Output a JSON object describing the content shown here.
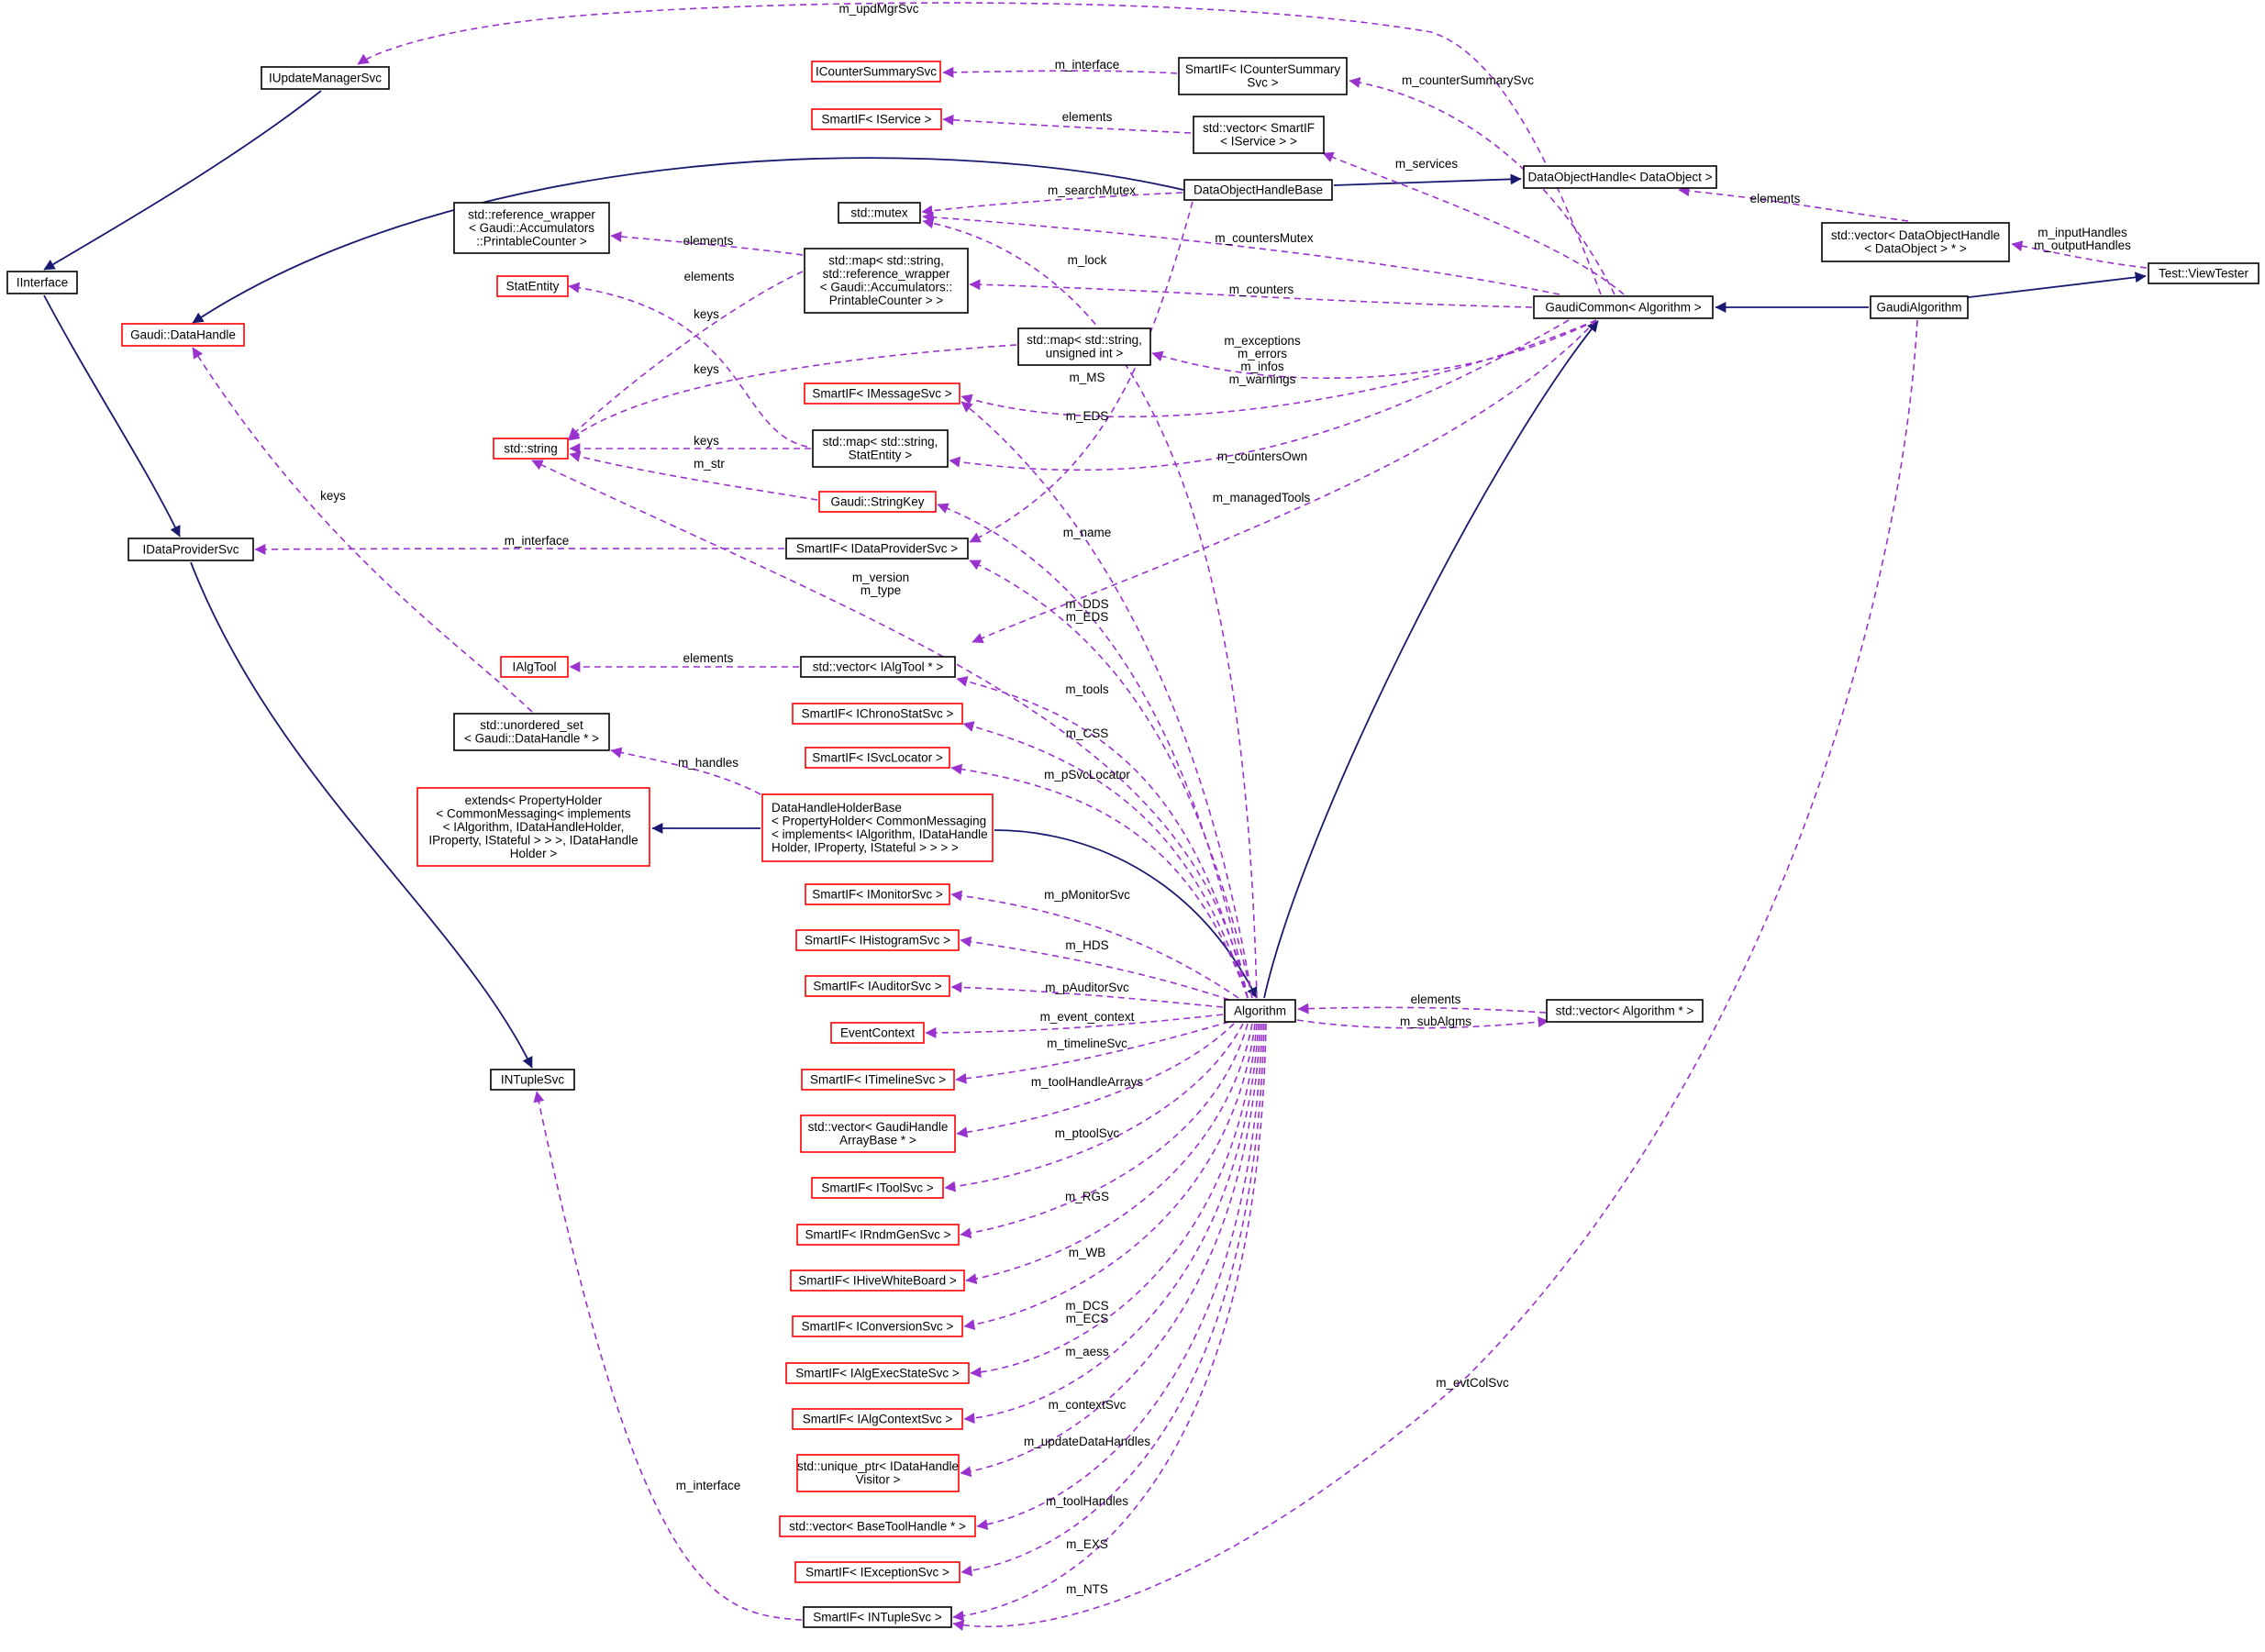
{
  "colors": {
    "black_border": "#000000",
    "red_border": "#ff0000",
    "highlight_fill": "#bfbfbf",
    "inheritance_edge": "#191970",
    "usage_edge": "#9a32cd"
  },
  "nodes": [
    {
      "id": "viewtester",
      "lines": [
        "Test::ViewTester"
      ],
      "border": "black",
      "highlight": true
    },
    {
      "id": "gaudialgorithm",
      "lines": [
        "GaudiAlgorithm"
      ],
      "border": "black"
    },
    {
      "id": "gaudicommon",
      "lines": [
        "GaudiCommon< Algorithm >"
      ],
      "border": "black"
    },
    {
      "id": "algorithm",
      "lines": [
        "Algorithm"
      ],
      "border": "black"
    },
    {
      "id": "dataobjhandlebase",
      "lines": [
        "DataObjectHandleBase"
      ],
      "border": "black"
    },
    {
      "id": "dataobjhandle",
      "lines": [
        "DataObjectHandle< DataObject >"
      ],
      "border": "black"
    },
    {
      "id": "vec_dataobjhandle",
      "lines": [
        "std::vector< DataObjectHandle",
        "< DataObject > * >"
      ],
      "border": "black"
    },
    {
      "id": "iupdatemanager",
      "lines": [
        "IUpdateManagerSvc"
      ],
      "border": "black"
    },
    {
      "id": "iinterface",
      "lines": [
        "IInterface"
      ],
      "border": "black"
    },
    {
      "id": "icountersummary",
      "lines": [
        "ICounterSummarySvc"
      ],
      "border": "red"
    },
    {
      "id": "smartif_icountersummary",
      "lines": [
        "SmartIF< ICounterSummary",
        "Svc >"
      ],
      "border": "black"
    },
    {
      "id": "smartif_iservice",
      "lines": [
        "SmartIF< IService >"
      ],
      "border": "red"
    },
    {
      "id": "vec_smartif_iservice",
      "lines": [
        "std::vector< SmartIF",
        "< IService > >"
      ],
      "border": "black"
    },
    {
      "id": "refwrapper",
      "lines": [
        "std::reference_wrapper",
        "< Gaudi::Accumulators",
        "::PrintableCounter >"
      ],
      "border": "black"
    },
    {
      "id": "stdmutex",
      "lines": [
        "std::mutex"
      ],
      "border": "black"
    },
    {
      "id": "map_refwrapper",
      "lines": [
        "std::map< std::string,",
        "std::reference_wrapper",
        "< Gaudi::Accumulators::",
        "PrintableCounter > >"
      ],
      "border": "black"
    },
    {
      "id": "statentity",
      "lines": [
        "StatEntity"
      ],
      "border": "red"
    },
    {
      "id": "gaudidatahandle",
      "lines": [
        "Gaudi::DataHandle"
      ],
      "border": "red"
    },
    {
      "id": "map_uint",
      "lines": [
        "std::map< std::string,",
        "unsigned int >"
      ],
      "border": "black"
    },
    {
      "id": "smartif_imessage",
      "lines": [
        "SmartIF< IMessageSvc >"
      ],
      "border": "red"
    },
    {
      "id": "stdstring",
      "lines": [
        "std::string"
      ],
      "border": "red"
    },
    {
      "id": "map_statentity",
      "lines": [
        "std::map< std::string,",
        "StatEntity >"
      ],
      "border": "black"
    },
    {
      "id": "stringkey",
      "lines": [
        "Gaudi::StringKey"
      ],
      "border": "red"
    },
    {
      "id": "idataprovider",
      "lines": [
        "IDataProviderSvc"
      ],
      "border": "black"
    },
    {
      "id": "smartif_idataprovider",
      "lines": [
        "SmartIF< IDataProviderSvc >"
      ],
      "border": "black"
    },
    {
      "id": "ialgtool",
      "lines": [
        "IAlgTool"
      ],
      "border": "red"
    },
    {
      "id": "vec_ialgtool",
      "lines": [
        "std::vector< IAlgTool * >"
      ],
      "border": "black"
    },
    {
      "id": "smartif_ichronostat",
      "lines": [
        "SmartIF< IChronoStatSvc >"
      ],
      "border": "red"
    },
    {
      "id": "unordered_set",
      "lines": [
        "std::unordered_set",
        "< Gaudi::DataHandle * >"
      ],
      "border": "black"
    },
    {
      "id": "smartif_isvclocator",
      "lines": [
        "SmartIF< ISvcLocator >"
      ],
      "border": "red"
    },
    {
      "id": "extends_propholder",
      "lines": [
        "extends< PropertyHolder",
        "< CommonMessaging< implements",
        "< IAlgorithm, IDataHandleHolder,",
        "IProperty, IStateful > > >, IDataHandle",
        "Holder >"
      ],
      "border": "red"
    },
    {
      "id": "datahandleholderbase",
      "lines": [
        "DataHandleHolderBase",
        "< PropertyHolder< CommonMessaging",
        "< implements< IAlgorithm, IDataHandle",
        "Holder, IProperty, IStateful > > > >"
      ],
      "border": "red",
      "align": "left"
    },
    {
      "id": "smartif_imonitor",
      "lines": [
        "SmartIF< IMonitorSvc >"
      ],
      "border": "red"
    },
    {
      "id": "smartif_ihistogram",
      "lines": [
        "SmartIF< IHistogramSvc >"
      ],
      "border": "red"
    },
    {
      "id": "smartif_iauditor",
      "lines": [
        "SmartIF< IAuditorSvc >"
      ],
      "border": "red"
    },
    {
      "id": "eventcontext",
      "lines": [
        "EventContext"
      ],
      "border": "red"
    },
    {
      "id": "smartif_itimeline",
      "lines": [
        "SmartIF< ITimelineSvc >"
      ],
      "border": "red"
    },
    {
      "id": "vec_gaudihandlearraybase",
      "lines": [
        "std::vector< GaudiHandle",
        "ArrayBase * >"
      ],
      "border": "red"
    },
    {
      "id": "smartif_itool",
      "lines": [
        "SmartIF< IToolSvc >"
      ],
      "border": "red"
    },
    {
      "id": "smartif_irndmgen",
      "lines": [
        "SmartIF< IRndmGenSvc >"
      ],
      "border": "red"
    },
    {
      "id": "smartif_ihivewhiteboard",
      "lines": [
        "SmartIF< IHiveWhiteBoard >"
      ],
      "border": "red"
    },
    {
      "id": "smartif_iconversion",
      "lines": [
        "SmartIF< IConversionSvc >"
      ],
      "border": "red"
    },
    {
      "id": "smartif_ialgexecstate",
      "lines": [
        "SmartIF< IAlgExecStateSvc >"
      ],
      "border": "red"
    },
    {
      "id": "smartif_ialgcontext",
      "lines": [
        "SmartIF< IAlgContextSvc >"
      ],
      "border": "red"
    },
    {
      "id": "unique_ptr_visitor",
      "lines": [
        "std::unique_ptr< IDataHandle",
        "Visitor >"
      ],
      "border": "red"
    },
    {
      "id": "vec_basetoolhandle",
      "lines": [
        "std::vector< BaseToolHandle * >"
      ],
      "border": "red"
    },
    {
      "id": "smartif_iexception",
      "lines": [
        "SmartIF< IExceptionSvc >"
      ],
      "border": "red"
    },
    {
      "id": "smartif_intuple",
      "lines": [
        "SmartIF< INTupleSvc >"
      ],
      "border": "black"
    },
    {
      "id": "intuplesvc",
      "lines": [
        "INTupleSvc"
      ],
      "border": "black"
    },
    {
      "id": "vec_algorithm",
      "lines": [
        "std::vector< Algorithm * >"
      ],
      "border": "black"
    }
  ],
  "edges": [
    {
      "from": "gaudialgorithm",
      "to": "viewtester",
      "kind": "inherit",
      "label": []
    },
    {
      "from": "gaudicommon",
      "to": "gaudialgorithm",
      "kind": "inherit",
      "label": []
    },
    {
      "from": "algorithm",
      "to": "gaudicommon",
      "kind": "inherit",
      "label": []
    },
    {
      "from": "datahandleholderbase",
      "to": "algorithm",
      "kind": "inherit",
      "label": []
    },
    {
      "from": "extends_propholder",
      "to": "datahandleholderbase",
      "kind": "inherit",
      "label": []
    },
    {
      "from": "dataobjhandlebase",
      "to": "dataobjhandle",
      "kind": "inherit",
      "label": []
    },
    {
      "from": "gaudidatahandle",
      "to": "dataobjhandlebase",
      "kind": "inherit",
      "label": []
    },
    {
      "from": "iinterface",
      "to": "iupdatemanager",
      "kind": "inherit",
      "label": []
    },
    {
      "from": "iinterface",
      "to": "idataprovider",
      "kind": "inherit",
      "label": []
    },
    {
      "from": "idataprovider",
      "to": "intuplesvc",
      "kind": "inherit",
      "label": []
    },
    {
      "from": "vec_dataobjhandle",
      "to": "viewtester",
      "kind": "use",
      "label": [
        "m_inputHandles",
        "m_outputHandles"
      ]
    },
    {
      "from": "dataobjhandle",
      "to": "vec_dataobjhandle",
      "kind": "use",
      "label": [
        "elements"
      ]
    },
    {
      "from": "iupdatemanager",
      "to": "gaudicommon",
      "kind": "use",
      "label": [
        "m_updMgrSvc"
      ]
    },
    {
      "from": "smartif_icountersummary",
      "to": "gaudicommon",
      "kind": "use",
      "label": [
        "m_counterSummarySvc"
      ]
    },
    {
      "from": "icountersummary",
      "to": "smartif_icountersummary",
      "kind": "use",
      "label": [
        "m_interface"
      ]
    },
    {
      "from": "vec_smartif_iservice",
      "to": "gaudicommon",
      "kind": "use",
      "label": [
        "m_services"
      ]
    },
    {
      "from": "smartif_iservice",
      "to": "vec_smartif_iservice",
      "kind": "use",
      "label": [
        "elements"
      ]
    },
    {
      "from": "stdmutex",
      "to": "dataobjhandlebase",
      "kind": "use",
      "label": [
        "m_searchMutex"
      ]
    },
    {
      "from": "stdmutex",
      "to": "gaudicommon",
      "kind": "use",
      "label": [
        "m_countersMutex"
      ]
    },
    {
      "from": "stdmutex",
      "to": "algorithm",
      "kind": "use",
      "label": [
        "m_lock"
      ]
    },
    {
      "from": "refwrapper",
      "to": "map_refwrapper",
      "kind": "use",
      "label": [
        "elements"
      ]
    },
    {
      "from": "map_refwrapper",
      "to": "gaudicommon",
      "kind": "use",
      "label": [
        "m_counters"
      ]
    },
    {
      "from": "statentity",
      "to": "map_statentity",
      "kind": "use",
      "label": [
        "elements"
      ]
    },
    {
      "from": "stdstring",
      "to": "map_refwrapper",
      "kind": "use",
      "label": [
        "keys"
      ]
    },
    {
      "from": "stdstring",
      "to": "map_uint",
      "kind": "use",
      "label": [
        "keys"
      ]
    },
    {
      "from": "stdstring",
      "to": "map_statentity",
      "kind": "use",
      "label": [
        "keys"
      ]
    },
    {
      "from": "stdstring",
      "to": "stringkey",
      "kind": "use",
      "label": [
        "m_str"
      ]
    },
    {
      "from": "stdstring",
      "to": "algorithm",
      "kind": "use",
      "label": [
        "m_version",
        "m_type"
      ]
    },
    {
      "from": "map_uint",
      "to": "gaudicommon",
      "kind": "use",
      "label": [
        "m_exceptions",
        "m_errors",
        "m_infos",
        "m_warnings"
      ]
    },
    {
      "from": "smartif_imessage",
      "to": "algorithm",
      "kind": "use",
      "label": [
        "m_MS"
      ]
    },
    {
      "from": "smartif_imessage",
      "to": "gaudicommon",
      "kind": "use",
      "label": []
    },
    {
      "from": "map_statentity",
      "to": "gaudicommon",
      "kind": "use",
      "label": [
        "m_countersOwn"
      ]
    },
    {
      "from": "stringkey",
      "to": "algorithm",
      "kind": "use",
      "label": [
        "m_name"
      ]
    },
    {
      "from": "idataprovider",
      "to": "smartif_idataprovider",
      "kind": "use",
      "label": [
        "m_interface"
      ]
    },
    {
      "from": "smartif_idataprovider",
      "to": "dataobjhandlebase",
      "kind": "use",
      "label": [
        "m_EDS"
      ]
    },
    {
      "from": "smartif_idataprovider",
      "to": "algorithm",
      "kind": "use",
      "label": [
        "m_DDS",
        "m_EDS"
      ]
    },
    {
      "from": "ialgtool",
      "to": "vec_ialgtool",
      "kind": "use",
      "label": [
        "elements"
      ]
    },
    {
      "from": "vec_ialgtool",
      "to": "gaudicommon",
      "kind": "use",
      "label": [
        "m_managedTools"
      ]
    },
    {
      "from": "vec_ialgtool",
      "to": "algorithm",
      "kind": "use",
      "label": [
        "m_tools"
      ]
    },
    {
      "from": "gaudidatahandle",
      "to": "unordered_set",
      "kind": "use",
      "label": [
        "keys"
      ]
    },
    {
      "from": "unordered_set",
      "to": "datahandleholderbase",
      "kind": "use",
      "label": [
        "m_handles"
      ]
    },
    {
      "from": "smartif_ichronostat",
      "to": "algorithm",
      "kind": "use",
      "label": [
        "m_CSS"
      ]
    },
    {
      "from": "smartif_isvclocator",
      "to": "algorithm",
      "kind": "use",
      "label": [
        "m_pSvcLocator"
      ]
    },
    {
      "from": "smartif_imonitor",
      "to": "algorithm",
      "kind": "use",
      "label": [
        "m_pMonitorSvc"
      ]
    },
    {
      "from": "smartif_ihistogram",
      "to": "algorithm",
      "kind": "use",
      "label": [
        "m_HDS"
      ]
    },
    {
      "from": "smartif_iauditor",
      "to": "algorithm",
      "kind": "use",
      "label": [
        "m_pAuditorSvc"
      ]
    },
    {
      "from": "eventcontext",
      "to": "algorithm",
      "kind": "use",
      "label": [
        "m_event_context"
      ]
    },
    {
      "from": "smartif_itimeline",
      "to": "algorithm",
      "kind": "use",
      "label": [
        "m_timelineSvc"
      ]
    },
    {
      "from": "vec_gaudihandlearraybase",
      "to": "algorithm",
      "kind": "use",
      "label": [
        "m_toolHandleArrays"
      ]
    },
    {
      "from": "smartif_itool",
      "to": "algorithm",
      "kind": "use",
      "label": [
        "m_ptoolSvc"
      ]
    },
    {
      "from": "smartif_irndmgen",
      "to": "algorithm",
      "kind": "use",
      "label": [
        "m_RGS"
      ]
    },
    {
      "from": "smartif_ihivewhiteboard",
      "to": "algorithm",
      "kind": "use",
      "label": [
        "m_WB"
      ]
    },
    {
      "from": "smartif_iconversion",
      "to": "algorithm",
      "kind": "use",
      "label": [
        "m_DCS",
        "m_ECS"
      ]
    },
    {
      "from": "smartif_ialgexecstate",
      "to": "algorithm",
      "kind": "use",
      "label": [
        "m_aess"
      ]
    },
    {
      "from": "smartif_ialgcontext",
      "to": "algorithm",
      "kind": "use",
      "label": [
        "m_contextSvc"
      ]
    },
    {
      "from": "unique_ptr_visitor",
      "to": "algorithm",
      "kind": "use",
      "label": [
        "m_updateDataHandles"
      ]
    },
    {
      "from": "vec_basetoolhandle",
      "to": "algorithm",
      "kind": "use",
      "label": [
        "m_toolHandles"
      ]
    },
    {
      "from": "smartif_iexception",
      "to": "algorithm",
      "kind": "use",
      "label": [
        "m_EXS"
      ]
    },
    {
      "from": "smartif_intuple",
      "to": "algorithm",
      "kind": "use",
      "label": [
        "m_NTS"
      ]
    },
    {
      "from": "smartif_intuple",
      "to": "gaudialgorithm",
      "kind": "use",
      "label": [
        "m_evtColSvc"
      ]
    },
    {
      "from": "intuplesvc",
      "to": "smartif_intuple",
      "kind": "use",
      "label": [
        "m_interface"
      ]
    },
    {
      "from": "algorithm",
      "to": "vec_algorithm",
      "kind": "use",
      "label": [
        "elements"
      ]
    },
    {
      "from": "vec_algorithm",
      "to": "algorithm",
      "kind": "use",
      "label": [
        "m_subAlgms"
      ]
    }
  ]
}
